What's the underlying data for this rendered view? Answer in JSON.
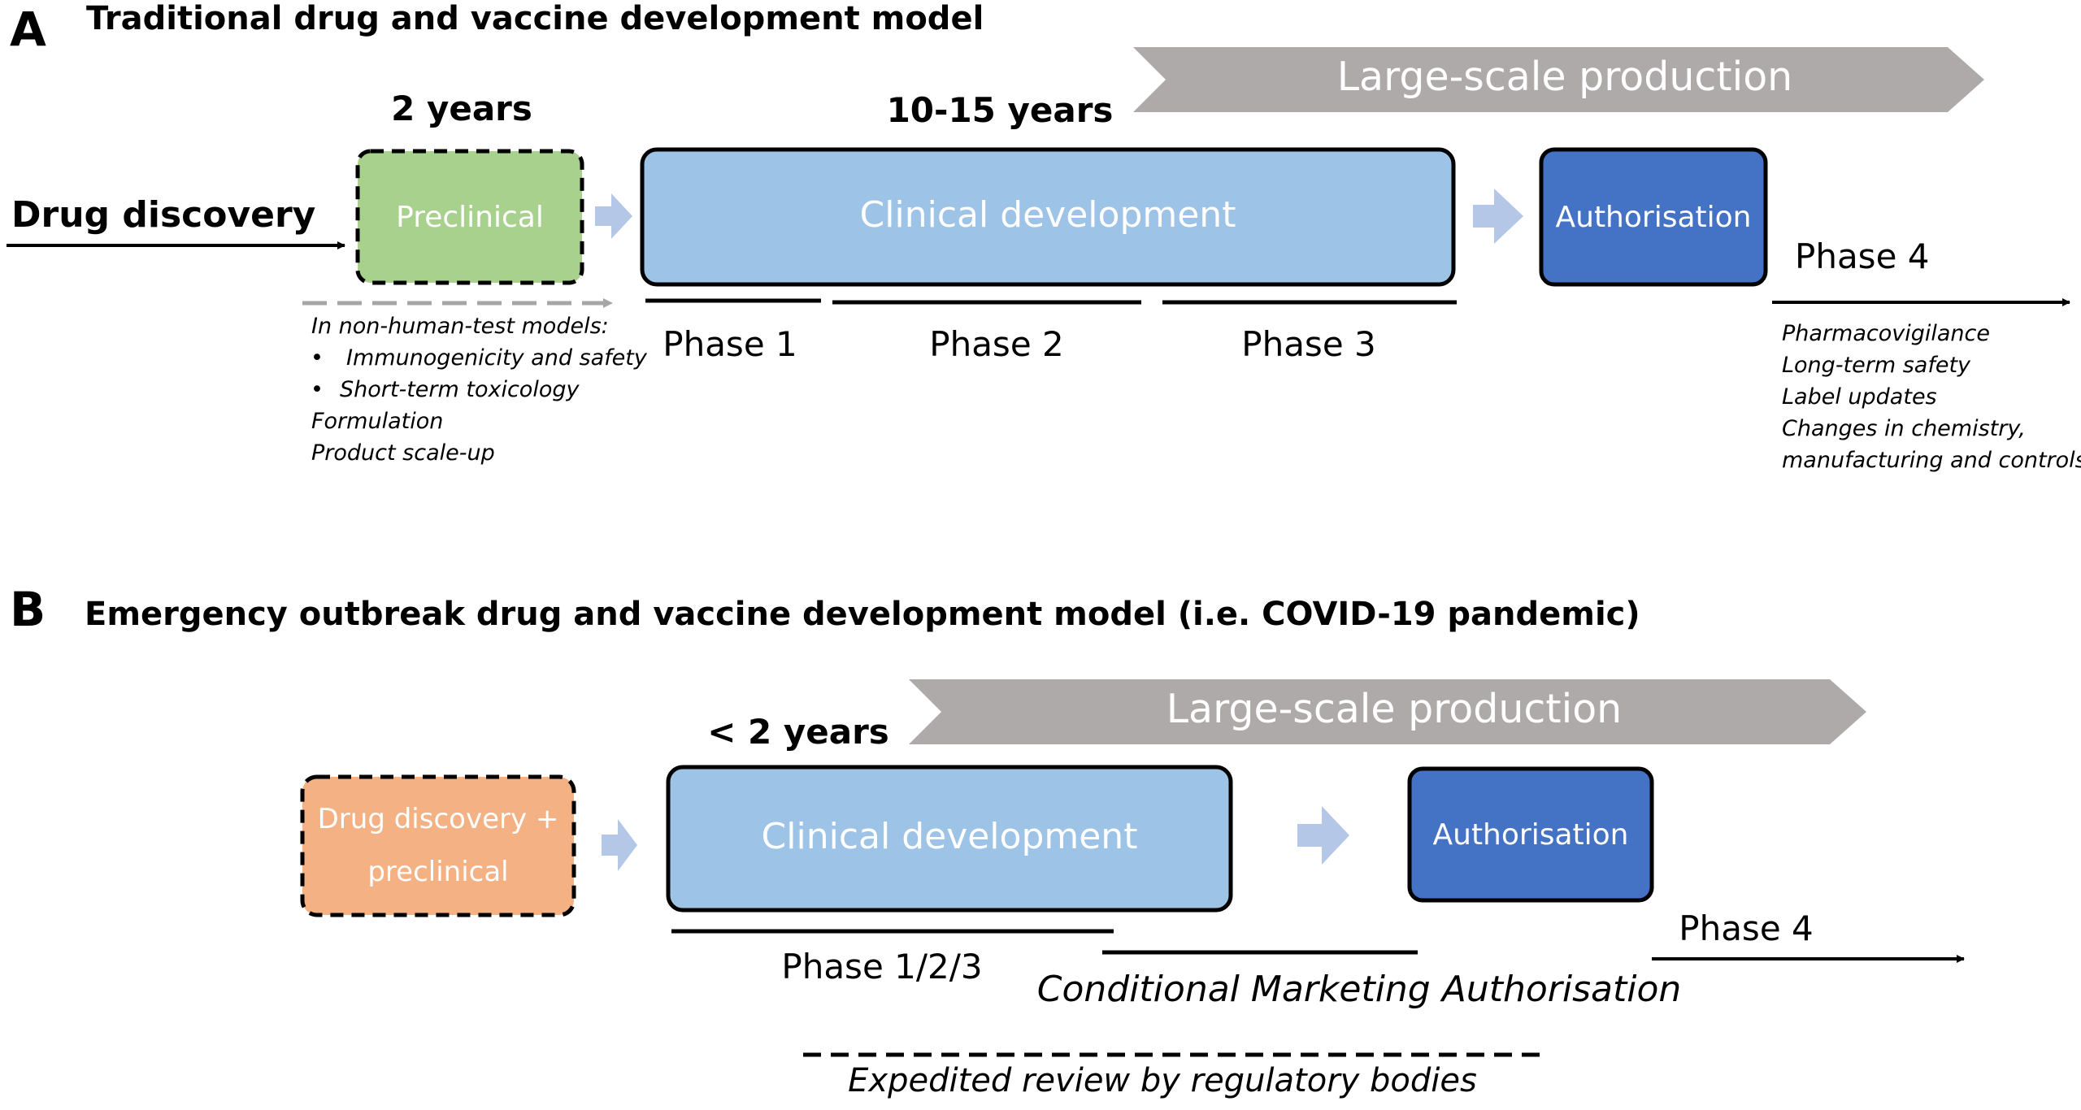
{
  "colors": {
    "preclinical_fill": "#a9d18e",
    "clinical_fill": "#9dc3e6",
    "authorisation_fill": "#4472c4",
    "outbreak_preclinical_fill": "#f4b183",
    "production_arrow": "#aeaaaa",
    "small_arrow": "#b4c7e7",
    "guide_dash": "#a6a6a6",
    "box_text": "#ffffff",
    "ink": "#000000"
  },
  "panel_a": {
    "letter": "A",
    "title": "Traditional drug and vaccine development model",
    "production_label": "Large-scale production",
    "drug_discovery_label": "Drug discovery",
    "preclinical_duration": "2 years",
    "preclinical_label": "Preclinical",
    "clinical_duration": "10-15 years",
    "clinical_label": "Clinical development",
    "authorisation_label": "Authorisation",
    "phase_labels": [
      "Phase 1",
      "Phase 2",
      "Phase 3"
    ],
    "phase4_label": "Phase 4",
    "preclinical_notes": {
      "heading": "In non-human-test models:",
      "bullets": [
        "Immunogenicity and safety",
        "Short-term toxicology"
      ],
      "lines": [
        "Formulation",
        "Product scale-up"
      ]
    },
    "phase4_notes": [
      "Pharmacovigilance",
      "Long-term safety",
      "Label updates",
      "Changes in chemistry,",
      "manufacturing and controls"
    ]
  },
  "panel_b": {
    "letter": "B",
    "title": "Emergency outbreak drug and vaccine development model (i.e. COVID-19 pandemic)",
    "production_label": "Large-scale production",
    "duration": "< 2 years",
    "discovery_label_line1": "Drug discovery +",
    "discovery_label_line2": "preclinical",
    "clinical_label": "Clinical development",
    "authorisation_label": "Authorisation",
    "phase_label": "Phase 1/2/3",
    "phase4_label": "Phase 4",
    "conditional_label": "Conditional Marketing Authorisation",
    "expedited_label": "Expedited review by regulatory bodies"
  }
}
